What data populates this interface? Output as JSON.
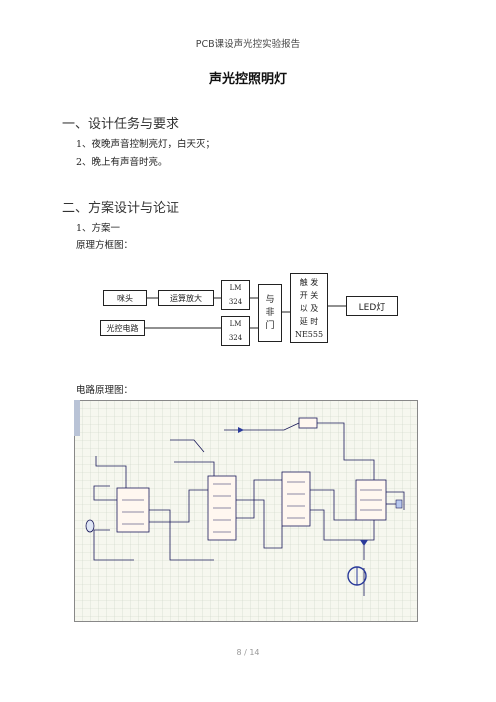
{
  "header": {
    "text": "PCB课设声光控实验报告"
  },
  "doc": {
    "title": "声光控照明灯",
    "section1": {
      "heading": "一、设计任务与要求",
      "items": [
        "1、夜晚声音控制亮灯，白天灭；",
        "2、晚上有声音时亮。"
      ]
    },
    "section2": {
      "heading": "二、方案设计与论证",
      "sub": "1、方案一",
      "block_caption": "原理方框图：",
      "circuit_caption": "电路原理图："
    }
  },
  "block": {
    "mic": "咪头",
    "amp": "运算放大",
    "light": "光控电路",
    "lm_top": "LM\n324",
    "lm_bot": "LM\n324",
    "nand": "与\n非\n门",
    "ne": "触 发\n开 关\n以 及\n延 时\nNE555",
    "led": "LED灯"
  },
  "footer": {
    "page": "8 / 14"
  }
}
